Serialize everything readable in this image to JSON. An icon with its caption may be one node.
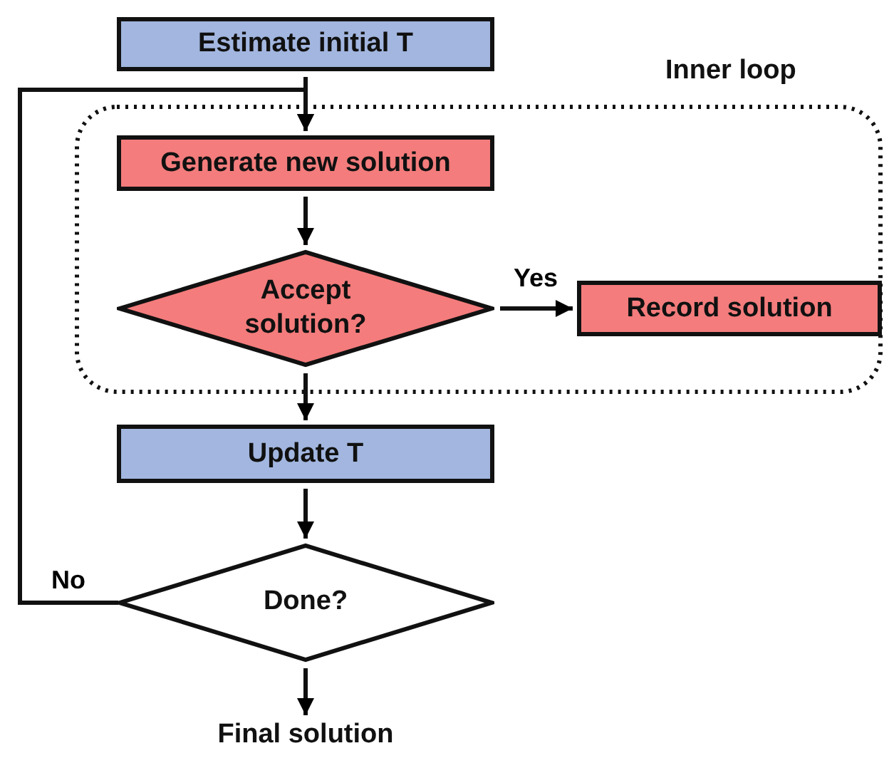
{
  "diagram": {
    "nodes": [
      {
        "text": [
          "Estimate initial T"
        ]
      },
      {
        "text": [
          "Inner loop"
        ]
      },
      {
        "text": [
          "Generate new solution"
        ],
        "in": 1
      },
      {
        "text": [
          "Accept solution?"
        ],
        "in": 1
      },
      {
        "text": [
          "Record solution"
        ],
        "in": 1
      },
      {
        "text": [
          "Update T"
        ]
      },
      {
        "text": [
          "Done?"
        ]
      },
      {
        "text": [
          "Final solution"
        ]
      }
    ],
    "edges": [
      {
        "from": 0,
        "to": 2,
        "arrow": "to"
      },
      {
        "from": 2,
        "to": 3,
        "arrow": "to"
      },
      {
        "from": 3,
        "to": 4,
        "arrow": "to",
        "label": "Yes"
      },
      {
        "from": 3,
        "to": 5,
        "arrow": "to"
      },
      {
        "from": 5,
        "to": 6,
        "arrow": "to"
      },
      {
        "from": 6,
        "to": 7,
        "arrow": "to"
      },
      {
        "from": 6,
        "to": 2,
        "arrow": "to",
        "label": "No"
      }
    ]
  }
}
